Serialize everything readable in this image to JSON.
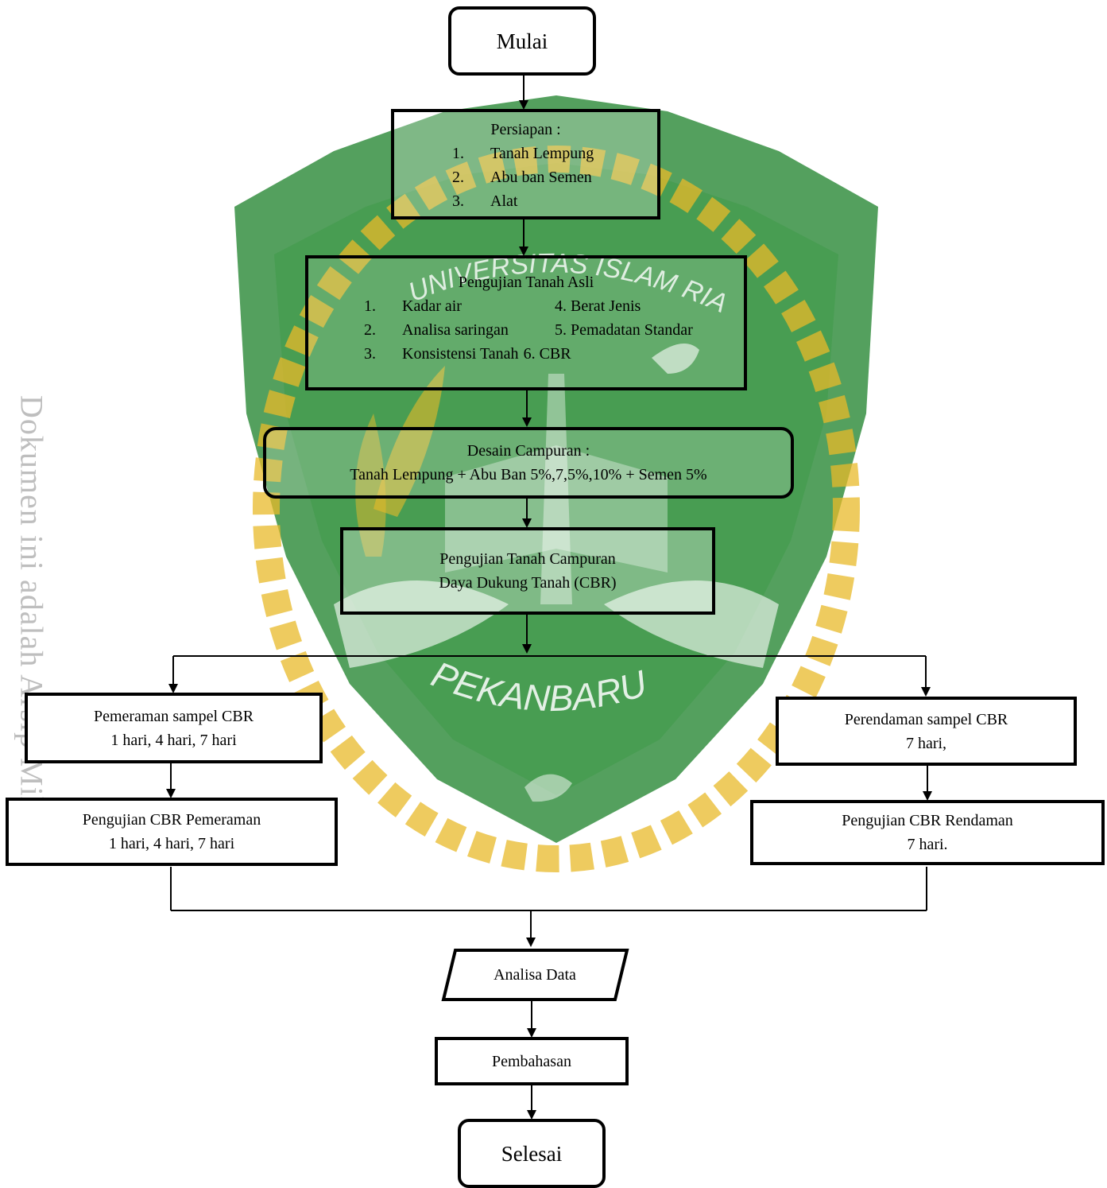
{
  "watermark": {
    "arc_top": "UNIVERSITAS ISLAM RIAU",
    "arc_bottom": "PEKANBARU",
    "side_text": "Dokumen ini adalah Arsip Milik :",
    "colors": {
      "shield": "#2e8b3a",
      "rope": "#e8b92a"
    }
  },
  "flow": {
    "start": "Mulai",
    "persiapan": {
      "title": "Persiapan :",
      "items": [
        {
          "num": "1.",
          "text": "Tanah Lempung"
        },
        {
          "num": "2.",
          "text": "Abu ban Semen"
        },
        {
          "num": "3.",
          "text": "Alat"
        }
      ]
    },
    "tanah_asli": {
      "title": "Pengujian Tanah Asli",
      "rows": [
        {
          "num": "1.",
          "left": "Kadar air",
          "right": "4. Berat Jenis"
        },
        {
          "num": "2.",
          "left": "Analisa saringan",
          "right": "5. Pemadatan Standar"
        },
        {
          "num": "3.",
          "left": "Konsistensi Tanah",
          "right": "6. CBR"
        }
      ]
    },
    "desain": {
      "title": "Desain Campuran :",
      "detail": "Tanah Lempung + Abu Ban 5%,7,5%,10% + Semen 5%"
    },
    "campuran": {
      "line1": "Pengujian Tanah Campuran",
      "line2": "Daya Dukung Tanah  (CBR)"
    },
    "pemeraman": {
      "line1": "Pemeraman sampel CBR",
      "line2": "1 hari, 4 hari, 7 hari"
    },
    "perendaman": {
      "line1": "Perendaman sampel CBR",
      "line2": "7 hari,"
    },
    "uji_pemeraman": {
      "line1": "Pengujian CBR Pemeraman",
      "line2": "1 hari, 4 hari, 7 hari"
    },
    "uji_rendaman": {
      "line1": "Pengujian CBR Rendaman",
      "line2": "7 hari."
    },
    "analisa": "Analisa Data",
    "pembahasan": "Pembahasan",
    "end": "Selesai"
  }
}
